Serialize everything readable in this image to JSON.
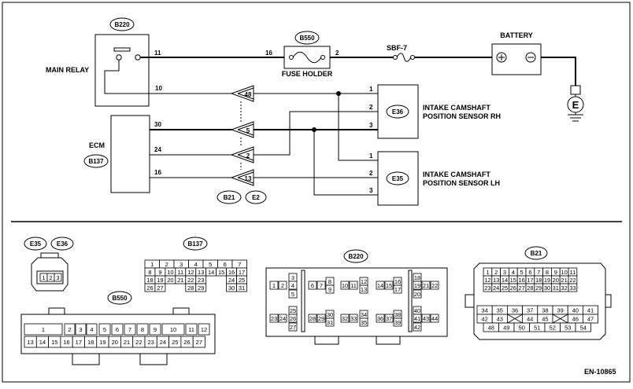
{
  "figure_code": "EN-10865",
  "components": {
    "main_relay": {
      "name": "MAIN RELAY",
      "connector": "B220"
    },
    "fuse_holder": {
      "name": "FUSE HOLDER",
      "connector": "B550"
    },
    "fuse": {
      "name": "SBF-7"
    },
    "battery": {
      "name": "BATTERY"
    },
    "ground": {
      "symbol": "E"
    },
    "ecm": {
      "name": "ECM",
      "connector": "B137"
    },
    "sensor_rh": {
      "line1": "INTAKE CAMSHAFT",
      "line2": "POSITION SENSOR RH",
      "connector": "E36"
    },
    "sensor_lh": {
      "line1": "INTAKE CAMSHAFT",
      "line2": "POSITION SENSOR LH",
      "connector": "E35"
    },
    "joint_connectors": [
      "B21",
      "E2"
    ]
  },
  "pins": {
    "relay_11": "11",
    "relay_10": "10",
    "fuse_in": "16",
    "fuse_out": "2",
    "ecm_30": "30",
    "ecm_24": "24",
    "ecm_16": "16",
    "jc_48": "48",
    "jc_5": "5",
    "jc_2": "2",
    "jc_13": "13",
    "rh_1": "1",
    "rh_2": "2",
    "rh_3": "3",
    "lh_1": "1",
    "lh_2": "2",
    "lh_3": "3"
  },
  "connector_views": {
    "e35": "E35",
    "e36": "E36",
    "sensor_pins": [
      "1",
      "2",
      "3"
    ],
    "b137": {
      "label": "B137",
      "rows": [
        [
          "1",
          "2",
          "3",
          "4",
          "5",
          "6",
          "7"
        ],
        [
          "8",
          "9",
          "10",
          "11",
          "12",
          "13",
          "14",
          "15",
          "16",
          "17"
        ],
        [
          "18",
          "19",
          "20",
          "21",
          "22",
          "23",
          "24",
          "25"
        ],
        [
          "26",
          "27",
          "28",
          "29",
          "30",
          "31"
        ]
      ]
    },
    "b550": {
      "label": "B550",
      "top": [
        "1",
        "2",
        "3",
        "4",
        "5",
        "6",
        "7",
        "8",
        "9",
        "10",
        "11",
        "12"
      ],
      "bottom": [
        "13",
        "14",
        "15",
        "16",
        "17",
        "18",
        "19",
        "20",
        "21",
        "22",
        "23",
        "24",
        "25",
        "26",
        "27"
      ]
    },
    "b220": {
      "label": "B220",
      "cells": [
        "1",
        "2",
        "3",
        "4",
        "5",
        "6",
        "7",
        "8",
        "9",
        "10",
        "11",
        "12",
        "13",
        "14",
        "15",
        "16",
        "17",
        "18",
        "19",
        "20",
        "21",
        "22",
        "23",
        "24",
        "25",
        "26",
        "27",
        "28",
        "29",
        "30",
        "31",
        "32",
        "33",
        "34",
        "35",
        "36",
        "37",
        "38",
        "39",
        "40",
        "41",
        "42",
        "43",
        "44"
      ]
    },
    "b21": {
      "label": "B21",
      "rows": [
        [
          "1",
          "2",
          "3",
          "4",
          "5",
          "6",
          "7",
          "8",
          "9",
          "10",
          "11"
        ],
        [
          "12",
          "13",
          "14",
          "15",
          "16",
          "17",
          "18",
          "19",
          "20",
          "21",
          "22"
        ],
        [
          "23",
          "24",
          "25",
          "26",
          "27",
          "28",
          "29",
          "30",
          "31",
          "32",
          "33"
        ],
        [
          "34",
          "35",
          "36",
          "37",
          "38",
          "39",
          "40",
          "41"
        ],
        [
          "42",
          "43",
          "44",
          "45",
          "46",
          "47"
        ],
        [
          "48",
          "49",
          "50",
          "51",
          "52",
          "53",
          "54"
        ]
      ]
    }
  }
}
